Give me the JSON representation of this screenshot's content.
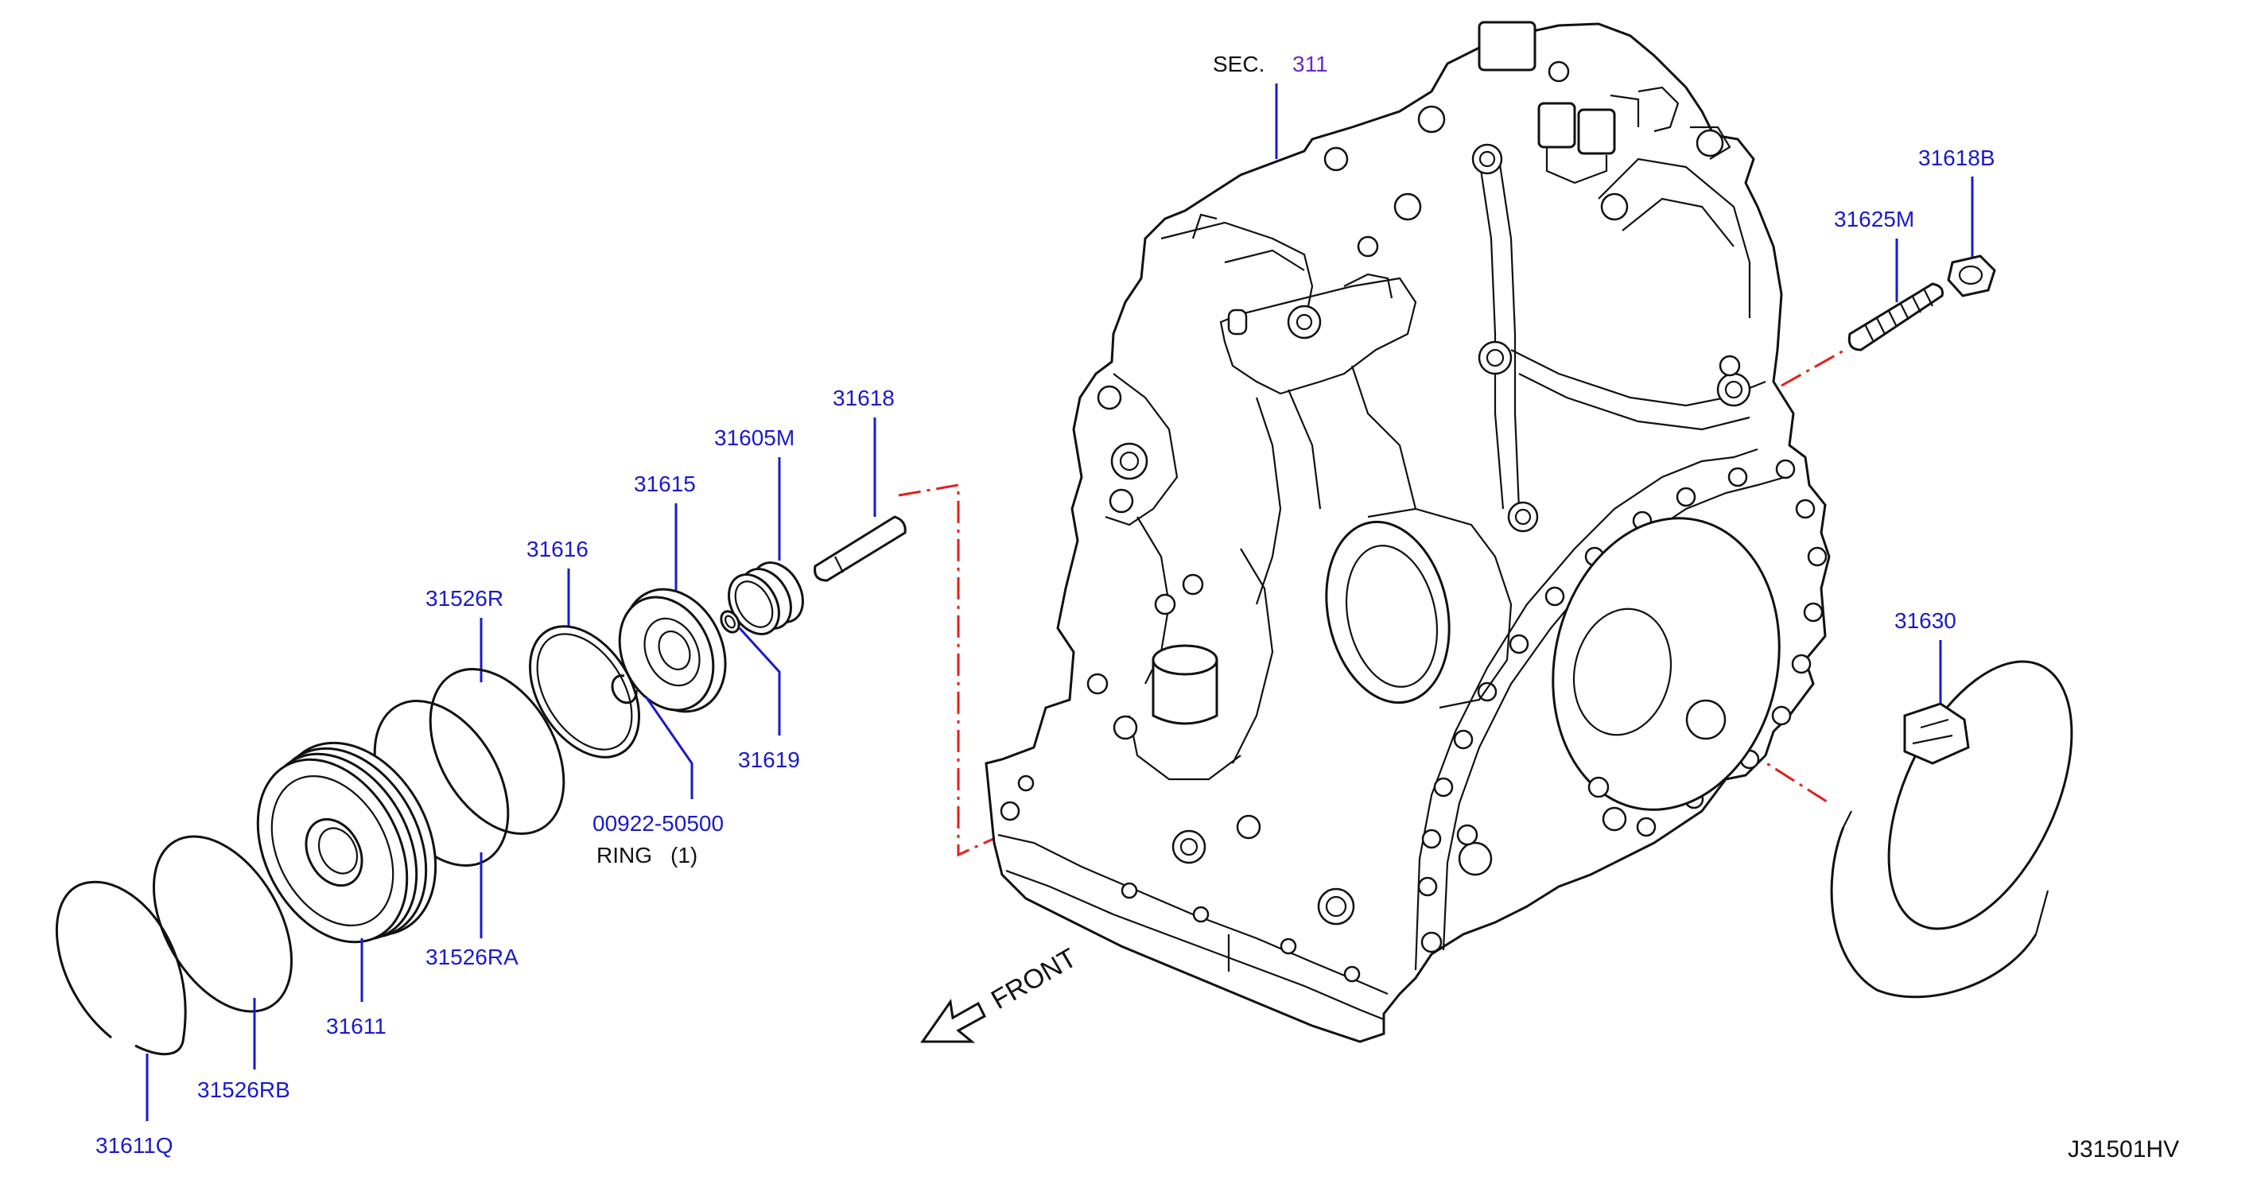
{
  "section_ref": {
    "prefix": "SEC.",
    "number": "311"
  },
  "labels": {
    "p31618B": "31618B",
    "p31625M": "31625M",
    "p31618": "31618",
    "p31605M": "31605M",
    "p31615": "31615",
    "p31616": "31616",
    "p31526R": "31526R",
    "p31619": "31619",
    "p00922": "00922-50500",
    "ring": "RING",
    "ring_qty": "(1)",
    "p31526RA": "31526RA",
    "p31611": "31611",
    "p31526RB": "31526RB",
    "p31611Q": "31611Q",
    "p31630": "31630"
  },
  "front_label": "FRONT",
  "diagram_code": "J31501HV",
  "colors": {
    "part_number": "#1a1acc",
    "section_number": "#6a2bc7",
    "centerline": "#e0201c",
    "line": "#111111"
  }
}
